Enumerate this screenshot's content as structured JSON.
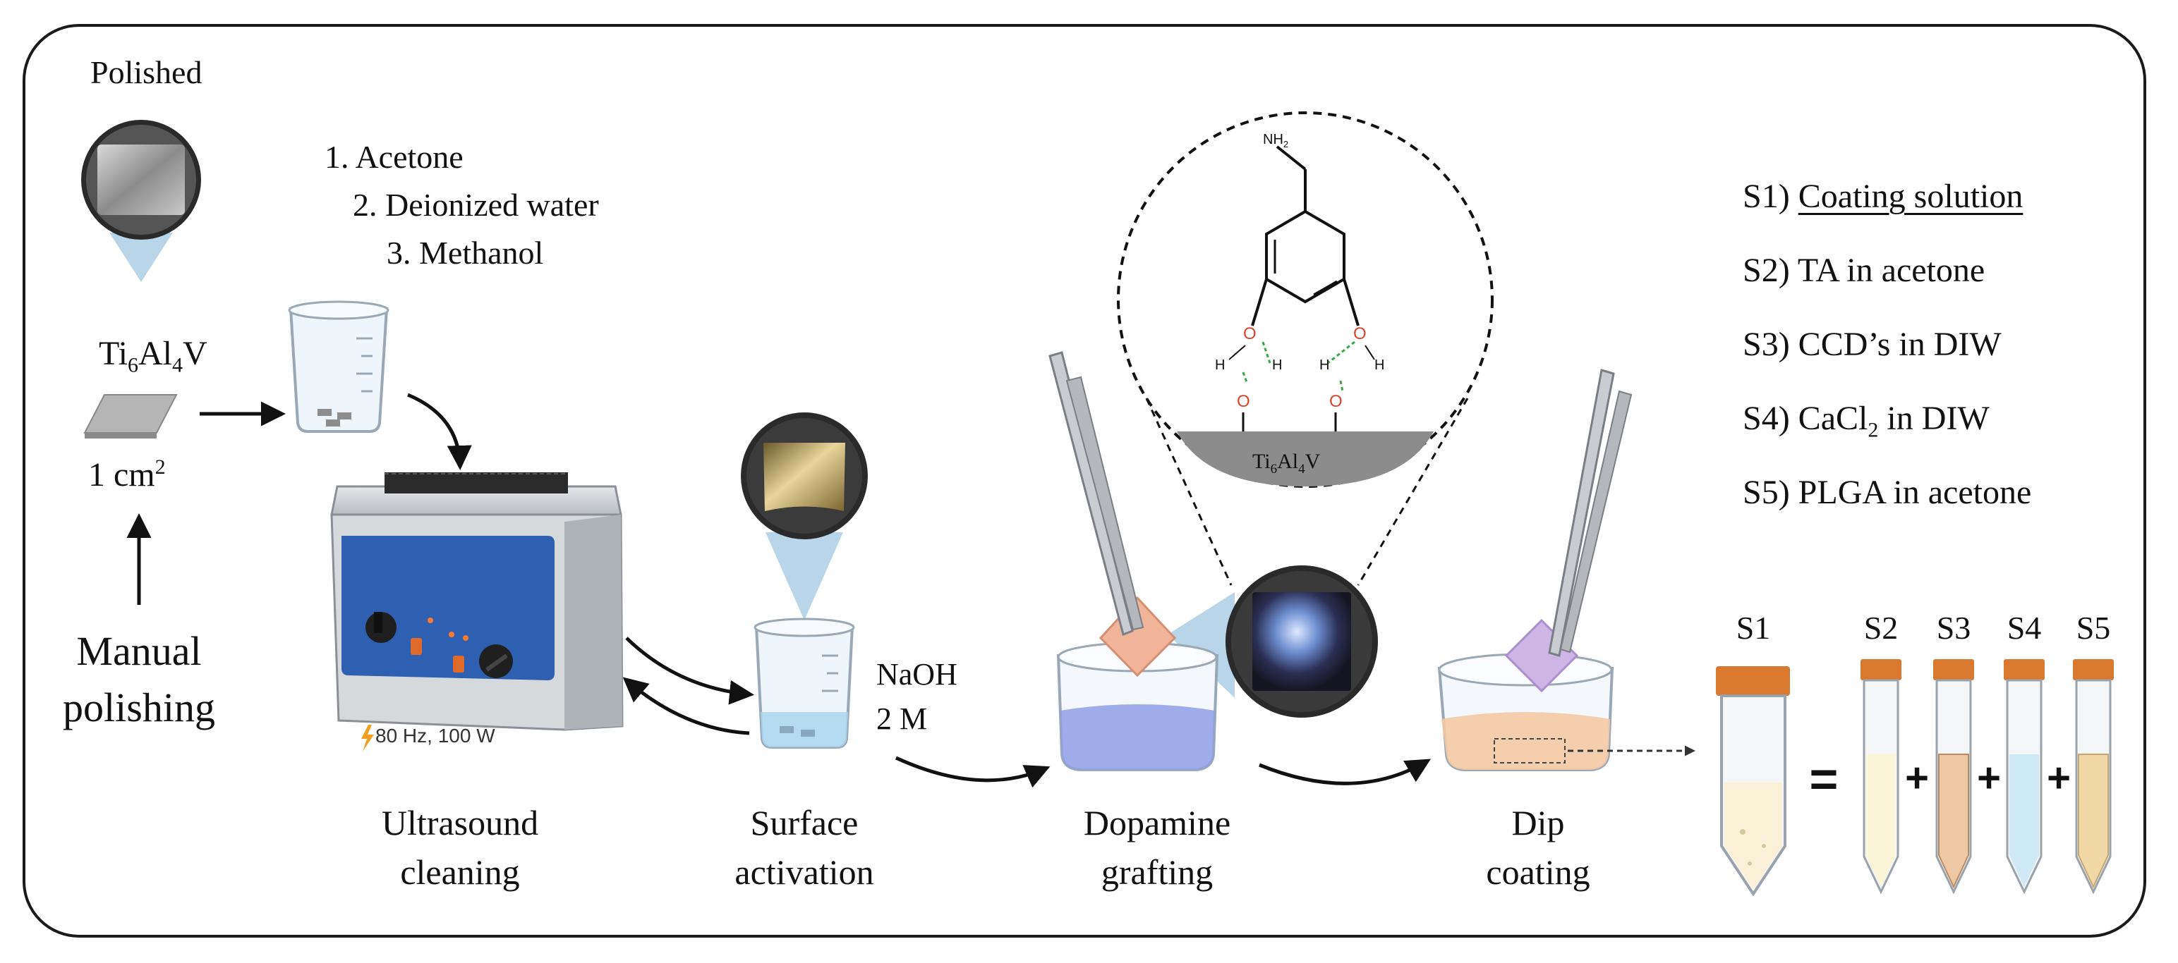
{
  "labels": {
    "polished": "Polished",
    "alloy_main": "Ti6Al4V",
    "alloy_main_parts": [
      "Ti",
      "6",
      "Al",
      "4",
      "V"
    ],
    "area_base": "1 cm",
    "area_exp": "2",
    "manual_line1": "Manual",
    "manual_line2": "polishing",
    "solvent_1": "1. Acetone",
    "solvent_2": "2. Deionized water",
    "solvent_3": "3. Methanol",
    "power": "80 Hz, 100 W",
    "ultrasound_line1": "Ultrasound",
    "ultrasound_line2": "cleaning",
    "naoh_line1": "NaOH",
    "naoh_line2": "2 M",
    "surface_line1": "Surface",
    "surface_line2": "activation",
    "dopamine_line1": "Dopamine",
    "dopamine_line2": "grafting",
    "dip_line1": "Dip",
    "dip_line2": "coating",
    "molecule": {
      "nh2": "NH",
      "nh2_sub": "2",
      "oxygen": "O",
      "hydrogen": "H",
      "surface_parts": [
        "Ti",
        "6",
        "Al",
        "4",
        "V"
      ]
    }
  },
  "solutions": {
    "s1": {
      "prefix": "S1) ",
      "text": "Coating solution"
    },
    "s2": "S2) TA in acetone",
    "s3": "S3) CCD’s in DIW",
    "s4_prefix": "S4) CaCl",
    "s4_sub": "2",
    "s4_suffix": " in DIW",
    "s5": "S5) PLGA in acetone"
  },
  "tubes": {
    "s1": "S1",
    "s2": "S2",
    "s3": "S3",
    "s4": "S4",
    "s5": "S5",
    "equals": "=",
    "plus": "+"
  },
  "colors": {
    "frame": "#1a1a1a",
    "bath_panel": "#2f5fb0",
    "tube_cap": "#d9782f",
    "naoh_liquid": "#a9d6ee",
    "dopamine_liquid": "#8f9fe6",
    "coating_liquid": "#f4c9a4",
    "lightning": "#f0a020"
  }
}
